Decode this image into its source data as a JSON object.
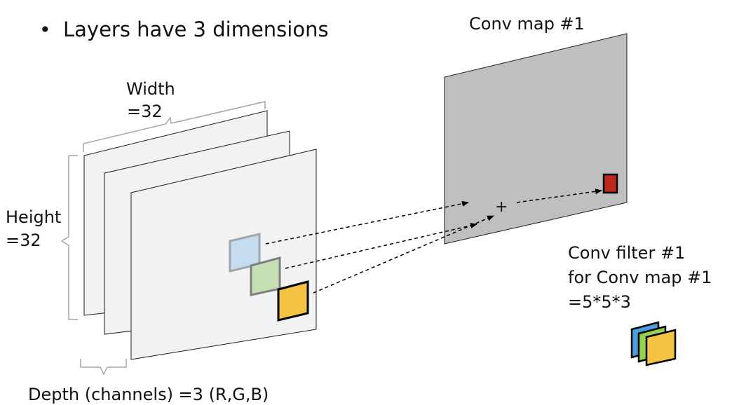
{
  "bullet": {
    "symbol": "•",
    "text": "Layers have 3 dimensions"
  },
  "input_volume": {
    "width_label": [
      "Width",
      "=32"
    ],
    "height_label": [
      "Height",
      "=32"
    ],
    "depth_label": "Depth (channels) =3 (R,G,B)",
    "colors": {
      "sheet_fill": "#f2f2f2",
      "sheet_stroke": "#1a1a1a",
      "bracket": "#a6a6a6"
    }
  },
  "patches": {
    "r": {
      "fill": "#c5dcef",
      "stroke": "#9ea7ae"
    },
    "g": {
      "fill": "#c5e0b4",
      "stroke": "#7f7f7f"
    },
    "b": {
      "fill": "#f5c242",
      "stroke": "#000000"
    }
  },
  "conv_map": {
    "title": "Conv map #1",
    "sum_symbol": "+",
    "fill": "#bfbfbf",
    "output_cell_color": "#c0281b"
  },
  "conv_filter": {
    "lines": [
      "Conv filter #1",
      "for Conv map #1",
      "=5*5*3"
    ],
    "colors": [
      "#4a9fe0",
      "#92d050",
      "#f5c242"
    ]
  }
}
